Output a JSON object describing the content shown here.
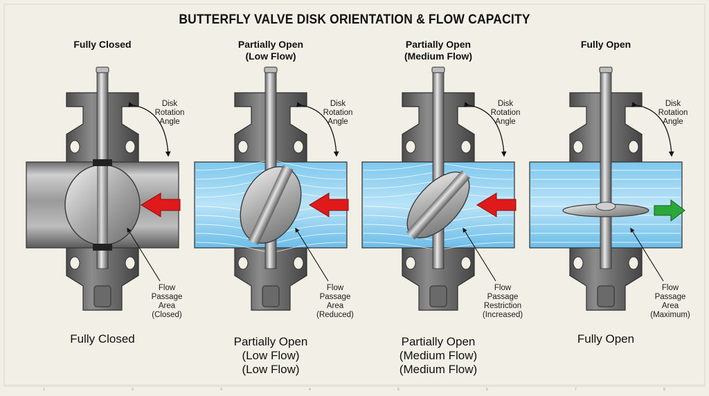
{
  "title": "BUTTERFLY VALVE DISK ORIENTATION & FLOW CAPACITY",
  "panels": [
    {
      "heading": [
        "Fully Closed"
      ],
      "rotation_note": [
        "Disk",
        "Rotation",
        "Angle"
      ],
      "flow_note": [
        "Flow",
        "Passage",
        "Area",
        "(Closed)"
      ],
      "caption": [
        "Fully Closed"
      ]
    },
    {
      "heading": [
        "Partially Open",
        "(Low Flow)"
      ],
      "rotation_note": [
        "Disk",
        "Rotation",
        "Angle"
      ],
      "flow_note": [
        "Flow",
        "Passage",
        "Area",
        "(Reduced)"
      ],
      "caption": [
        "Partially Open",
        "(Low Flow)",
        "(Low Flow)"
      ]
    },
    {
      "heading": [
        "Partially Open",
        "(Medium Flow)"
      ],
      "rotation_note": [
        "Disk",
        "Rotation",
        "Angle"
      ],
      "flow_note": [
        "Flow",
        "Passage",
        "Restriction",
        "(Increased)"
      ],
      "caption": [
        "Partially Open",
        "(Medium Flow)",
        "(Medium Flow)"
      ]
    },
    {
      "heading": [
        "Fully Open"
      ],
      "rotation_note": [
        "Disk",
        "Rotation",
        "Angle"
      ],
      "flow_note": [
        "Flow",
        "Passage",
        "Area",
        "(Maximum)"
      ],
      "caption": [
        "Fully Open"
      ]
    }
  ],
  "ruler": [
    "1",
    "2",
    "3",
    "4",
    "5",
    "6",
    "7",
    "8"
  ],
  "colors": {
    "background": "#f1efe6",
    "metal_dark": "#5b5b5b",
    "metal_light": "#d9d9d9",
    "flow_blue": "#4fb3e8",
    "arrow_red": "#e01a1a",
    "arrow_green": "#2aa83a"
  }
}
